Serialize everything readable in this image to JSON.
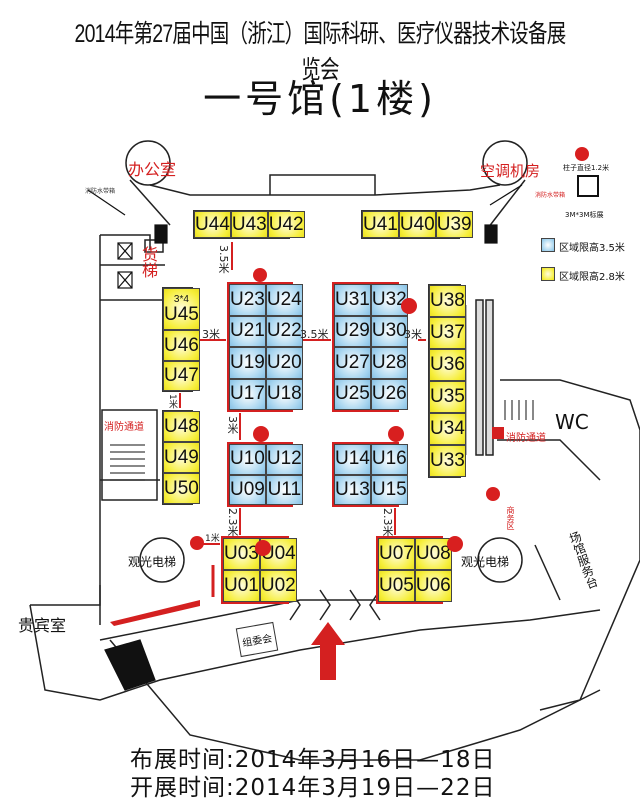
{
  "header": {
    "title": "2014年第27届中国（浙江）国际科研、医疗仪器技术设备展览会",
    "subtitle": "一号馆(1楼)"
  },
  "legend": {
    "pillar": "柱子直径1.2米",
    "standard_booth": "3M*3M标展",
    "height_35": "区域限高3.5米",
    "height_28": "区域限高2.8米",
    "colors": {
      "blue_zone": "#86c0e4",
      "yellow_zone": "#f6ee3a",
      "pillar": "#d81f1f"
    }
  },
  "areas": {
    "office": "办公室",
    "ac_room": "空调机房",
    "hose_box": "消防水带箱",
    "freight_elevator": "货梯",
    "fire_exit": "消防通道",
    "wc": "WC",
    "business": "商务区",
    "sightseeing_elevator": "观光电梯",
    "service_desk": "场馆服务台",
    "vip_room": "贵宾室",
    "committee": "组委会"
  },
  "booths": {
    "top_left": [
      "U44",
      "U43",
      "U42"
    ],
    "top_right": [
      "U41",
      "U40",
      "U39"
    ],
    "left_upper": [
      "U45",
      "U46",
      "U47"
    ],
    "left_upper_note": "3*4",
    "left_lower": [
      "U48",
      "U49",
      "U50"
    ],
    "block_a": [
      "U23",
      "U24",
      "U21",
      "U22",
      "U19",
      "U20",
      "U17",
      "U18"
    ],
    "block_b": [
      "U31",
      "U32",
      "U29",
      "U30",
      "U27",
      "U28",
      "U25",
      "U26"
    ],
    "right_col": [
      "U38",
      "U37",
      "U36",
      "U35",
      "U34",
      "U33"
    ],
    "block_c": [
      "U10",
      "U12",
      "U09",
      "U11"
    ],
    "block_d": [
      "U14",
      "U16",
      "U13",
      "U15"
    ],
    "block_e": [
      "U03",
      "U04",
      "U01",
      "U02"
    ],
    "block_f": [
      "U07",
      "U08",
      "U05",
      "U06"
    ]
  },
  "dimensions": {
    "d35_top": "3.5米",
    "d3_left": "3米",
    "d35_mid": "3.5米",
    "d3_right": "3米",
    "d1_left": "1米",
    "d3_vert": "3米",
    "d23_left": "2.3米",
    "d1_bottom": "1米",
    "d23_right": "2.3米"
  },
  "footer": {
    "setup": "布展时间:2014年3月16日—18日",
    "open": "开展时间:2014年3月19日—22日"
  }
}
